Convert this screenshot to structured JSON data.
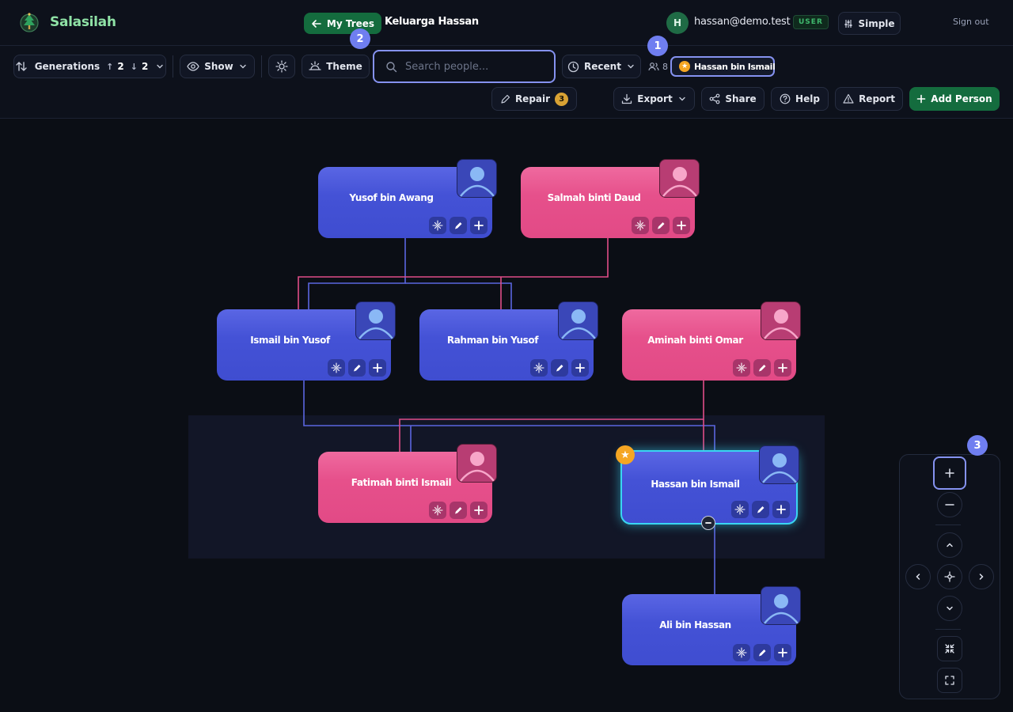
{
  "app": {
    "brand": "Salasilah"
  },
  "header": {
    "my_trees_label": "My Trees",
    "tree_title": "Keluarga Hassan",
    "user_initial": "H",
    "user_email": "hassan@demo.test",
    "user_role": "USER",
    "mode_label": "Simple",
    "signout_label": "Sign out"
  },
  "toolbar": {
    "generations_label": "Generations",
    "generations_up": "2",
    "generations_down": "2",
    "show_label": "Show",
    "theme_label": "Theme",
    "search_placeholder": "Search people...",
    "recent_label": "Recent",
    "people_count": "8",
    "focus_person": "Hassan bin Ismail",
    "repair_label": "Repair",
    "repair_count": "3",
    "export_label": "Export",
    "share_label": "Share",
    "help_label": "Help",
    "report_label": "Report",
    "add_person_label": "Add Person"
  },
  "markers": [
    "1",
    "2",
    "3"
  ],
  "people": [
    {
      "name": "Yusof bin Awang",
      "gender": "male"
    },
    {
      "name": "Salmah binti Daud",
      "gender": "female"
    },
    {
      "name": "Ismail bin Yusof",
      "gender": "male"
    },
    {
      "name": "Rahman bin Yusof",
      "gender": "male"
    },
    {
      "name": "Aminah binti Omar",
      "gender": "female"
    },
    {
      "name": "Fatimah binti Ismail",
      "gender": "female"
    },
    {
      "name": "Hassan bin Ismail",
      "gender": "male",
      "focus": true
    },
    {
      "name": "Ali bin Hassan",
      "gender": "male"
    }
  ],
  "colors": {
    "male_card": "#4452d6",
    "female_card": "#e6508b",
    "accent": "#8592f0",
    "green": "#146c3e",
    "selected_glow": "#39d5f2",
    "focus_star": "#f5a623"
  },
  "icons": {
    "logo": "tree-logo-icon",
    "back": "arrow-left-icon",
    "mode": "sliders-icon",
    "generations": "sort-arrows-icon",
    "show": "eye-icon",
    "brightness": "sun-icon",
    "theme": "sunrise-icon",
    "search": "search-icon",
    "recent": "clock-icon",
    "people": "users-icon",
    "repair": "pencil-icon",
    "export": "download-icon",
    "share": "share-icon",
    "help": "help-circle-icon",
    "report": "warning-triangle-icon",
    "add": "plus-icon"
  }
}
